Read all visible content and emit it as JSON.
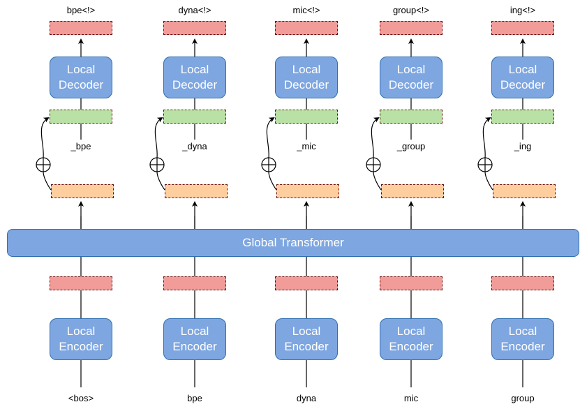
{
  "global_transformer": {
    "label": "Global Transformer"
  },
  "decoder_label": [
    "Local",
    "Decoder"
  ],
  "encoder_label": [
    "Local",
    "Encoder"
  ],
  "colors": {
    "block_fill": "#7ea6e0",
    "block_stroke": "#2f6fb0",
    "red_patch": "#f19c99",
    "green_patch": "#b9e0a5",
    "orange_patch": "#ffce9f",
    "dash_stroke": "#6b0c0c"
  },
  "columns": [
    {
      "output": "bpe<!>",
      "patch": "_bpe",
      "input": "<bos>"
    },
    {
      "output": "dyna<!>",
      "patch": "_dyna",
      "input": "bpe"
    },
    {
      "output": "mic<!>",
      "patch": "_mic",
      "input": "dyna"
    },
    {
      "output": "group<!>",
      "patch": "_group",
      "input": "mic"
    },
    {
      "output": "ing<!>",
      "patch": "_ing",
      "input": "group"
    }
  ],
  "icons": {
    "residual_add": "circle-plus-icon",
    "arrow": "arrow-up-icon"
  }
}
